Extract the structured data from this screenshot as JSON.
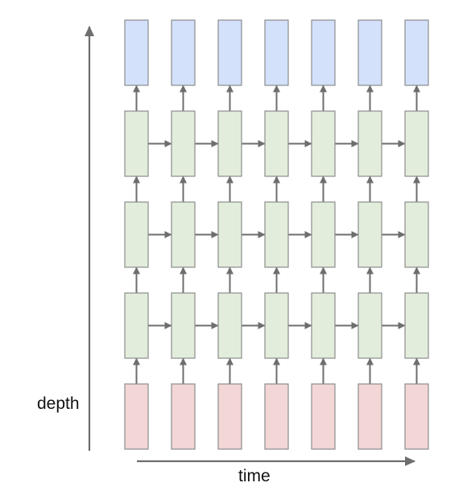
{
  "labels": {
    "depth": "depth",
    "time": "time"
  },
  "grid": {
    "time_steps": 7,
    "layers": [
      {
        "role": "output",
        "fill": "#d3e1fb"
      },
      {
        "role": "hidden",
        "fill": "#e2eedb"
      },
      {
        "role": "hidden",
        "fill": "#e2eedb"
      },
      {
        "role": "hidden",
        "fill": "#e2eedb"
      },
      {
        "role": "input",
        "fill": "#f3d6d6"
      }
    ]
  },
  "colors": {
    "box_stroke": "#8c8c8c",
    "arrow": "#6e6e6e",
    "axis": "#6e6e6e"
  }
}
